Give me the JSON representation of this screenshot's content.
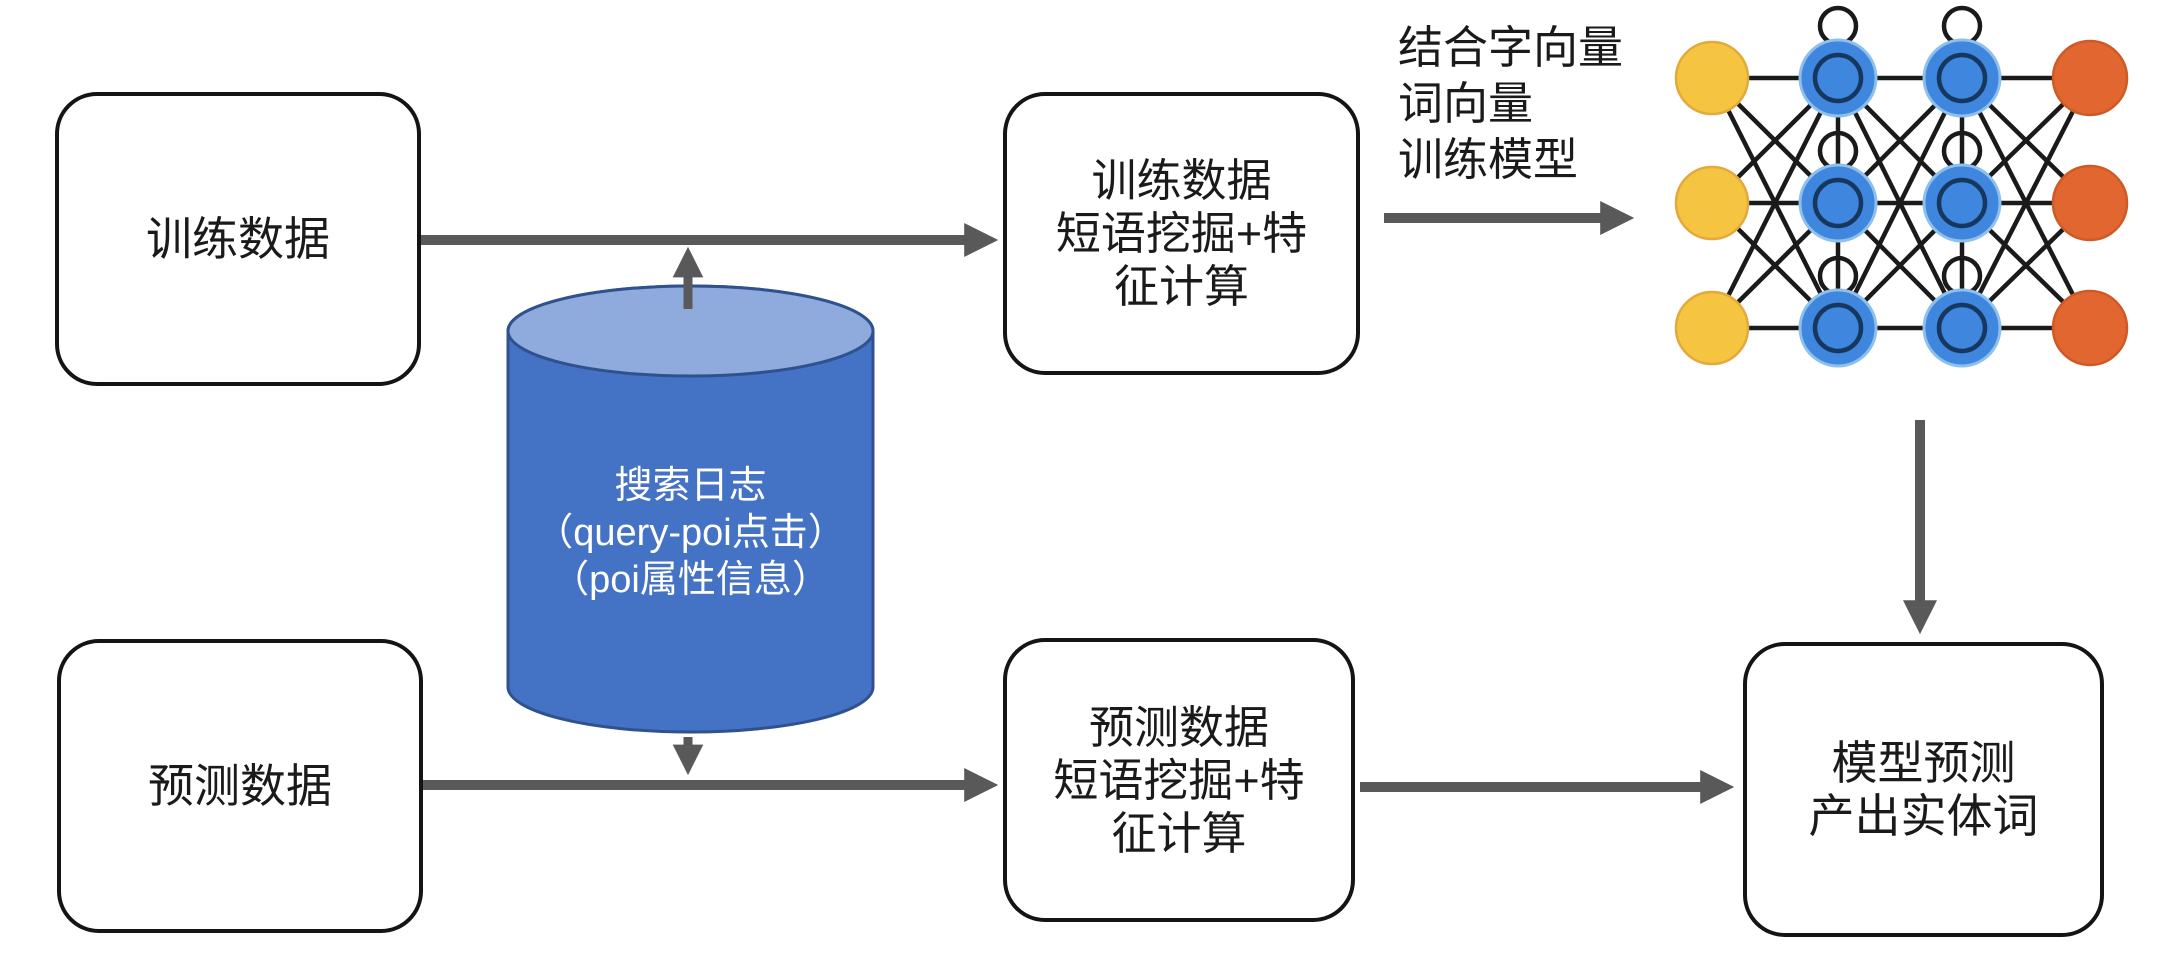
{
  "diagram": {
    "boxes": {
      "train_data": {
        "label": "训练数据"
      },
      "train_mining": {
        "lines": [
          "训练数据",
          "短语挖掘+特",
          "征计算"
        ]
      },
      "predict_data": {
        "label": "预测数据"
      },
      "predict_mining": {
        "lines": [
          "预测数据",
          "短语挖掘+特",
          "征计算"
        ]
      },
      "model_predict": {
        "lines": [
          "模型预测",
          "产出实体词"
        ]
      }
    },
    "cylinder": {
      "lines": [
        "搜索日志",
        "（query-poi点击）",
        "（poi属性信息）"
      ]
    },
    "annotation": {
      "lines": [
        "结合字向量",
        "词向量",
        "训练模型"
      ]
    },
    "network": {
      "columns": [
        {
          "role": "input",
          "self_loop": false
        },
        {
          "role": "hidden",
          "self_loop": true
        },
        {
          "role": "hidden",
          "self_loop": true
        },
        {
          "role": "output",
          "self_loop": false
        }
      ],
      "rows_per_column": 3
    },
    "colors": {
      "arrow": "#595959",
      "box_border": "#141414",
      "cylinder_body": "#4472C4",
      "cylinder_top": "#8FAADC",
      "cylinder_border": "#2F528F",
      "cylinder_text": "#FFFFFF",
      "node_input": "#F5C542",
      "node_input_border": "#E3A93C",
      "node_hidden": "#3E86DE",
      "node_hidden_halo": "#8FC0EC",
      "node_hidden_ring": "#17375E",
      "node_output": "#E2662F",
      "node_output_border": "#CE5A26",
      "network_line": "#1A1A1A",
      "text": "#1A1A1A"
    }
  }
}
